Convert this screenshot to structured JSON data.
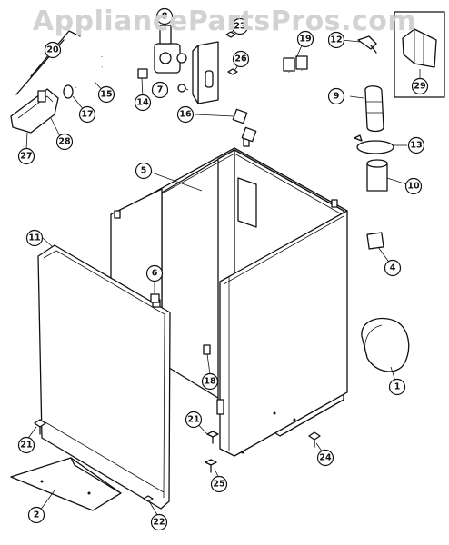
{
  "watermark": "AppliancePartsPros.com",
  "callouts": [
    "1",
    "2",
    "4",
    "5",
    "6",
    "7",
    "8",
    "9",
    "10",
    "11",
    "12",
    "13",
    "14",
    "15",
    "16",
    "17",
    "18",
    "19",
    "20",
    "21",
    "21",
    "22",
    "23",
    "24",
    "25",
    "26",
    "27",
    "28",
    "29"
  ]
}
